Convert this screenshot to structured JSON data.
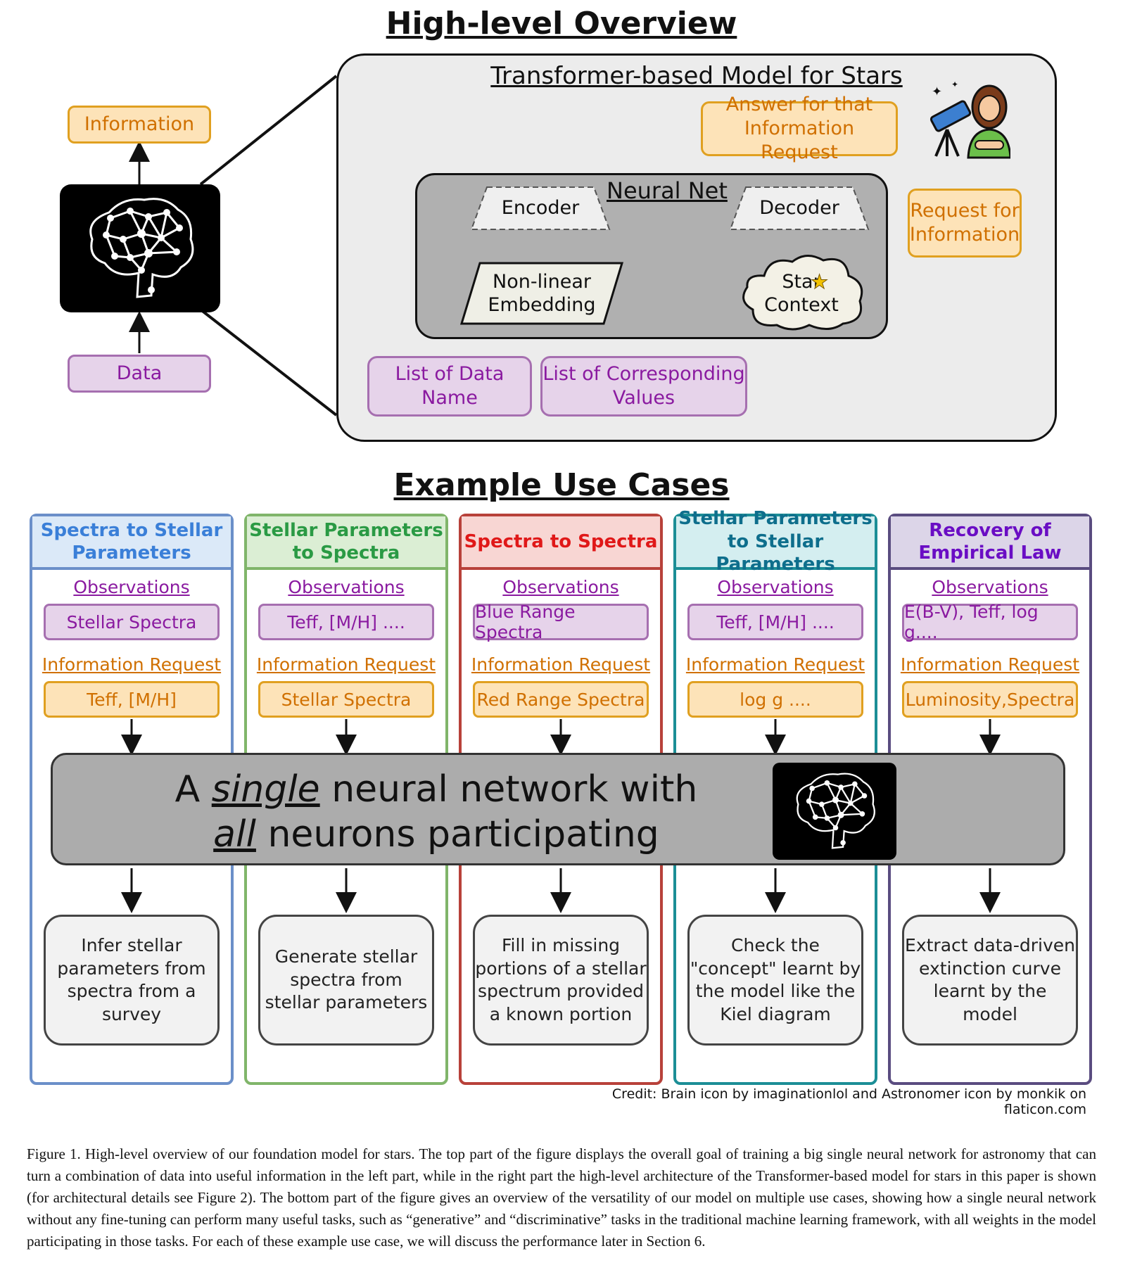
{
  "top": {
    "title": "High-level Overview",
    "left": {
      "information": "Information",
      "data": "Data"
    },
    "model_title": "Transformer-based Model for Stars",
    "neural_net": "Neural Net",
    "encoder": "Encoder",
    "decoder": "Decoder",
    "embedding": "Non-linear Embedding",
    "star_context": "Star Context",
    "answer": "Answer for that Information Request",
    "request": "Request for Information",
    "list_names": "List of Data Name",
    "list_values": "List of Corresponding Values"
  },
  "bottom": {
    "title": "Example Use Cases",
    "observations_label": "Observations",
    "request_label": "Information Request",
    "band_line1_a": "A ",
    "band_line1_b": "single",
    "band_line1_c": " neural network with",
    "band_line2_a": "all",
    "band_line2_b": " neurons participating",
    "cases": [
      {
        "title": "Spectra to Stellar Parameters",
        "obs": "Stellar Spectra",
        "req": "Teff, [M/H]",
        "out": "Infer stellar parameters from spectra from a survey",
        "color": "#3a7fd8",
        "head_bg": "#dbe9f8",
        "border": "#6b8fc9"
      },
      {
        "title": "Stellar Parameters to Spectra",
        "obs": "Teff, [M/H] ....",
        "req": "Stellar Spectra",
        "out": "Generate stellar spectra from stellar parameters",
        "color": "#2a9a44",
        "head_bg": "#dbeed4",
        "border": "#80b56a"
      },
      {
        "title": "Spectra to Spectra",
        "obs": "Blue Range Spectra",
        "req": "Red Range Spectra",
        "out": "Fill in missing portions of a stellar spectrum provided a known portion",
        "color": "#e01818",
        "head_bg": "#f8d6d3",
        "border": "#b8413a"
      },
      {
        "title": "Stellar Parameters to Stellar Parameters",
        "obs": "Teff, [M/H] ....",
        "req": "log g ....",
        "out": "Check the \"concept\" learnt by the model like the Kiel diagram",
        "color": "#0e6e8c",
        "head_bg": "#d4eef0",
        "border": "#1c8e96"
      },
      {
        "title": "Recovery of Empirical Law",
        "obs": "E(B-V), Teff, log g....",
        "req": "Luminosity,Spectra",
        "out": "Extract data-driven extinction curve learnt by the model",
        "color": "#6a0dc4",
        "head_bg": "#dcd5e8",
        "border": "#5a4c80"
      }
    ],
    "credit": "Credit: Brain icon by imaginationlol and Astronomer icon by monkik on flaticon.com"
  },
  "caption": "Figure 1. High-level overview of our foundation model for stars. The top part of the figure displays the overall goal of training a big single neural network for astronomy that can turn a combination of data into useful information in the left part, while in the right part the high-level architecture of the Transformer-based model for stars in this paper is shown (for architectural details see Figure 2). The bottom part of the figure gives an overview of the versatility of our model on multiple use cases, showing how a single neural network without any fine-tuning can perform many useful tasks, such as “generative” and “discriminative” tasks in the traditional machine learning framework, with all weights in the model participating in those tasks. For each of these example use case, we will discuss the performance later in Section 6."
}
